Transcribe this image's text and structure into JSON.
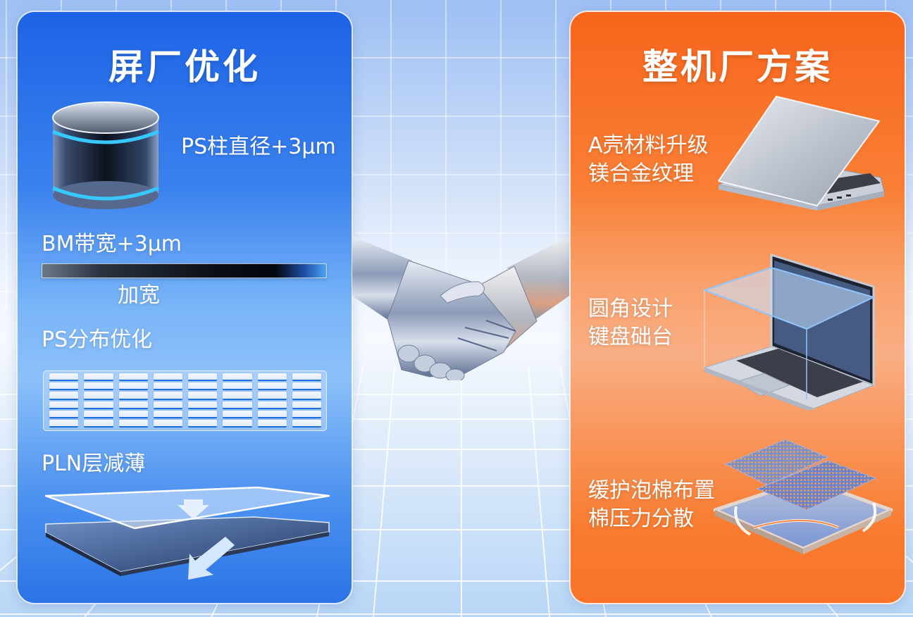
{
  "left_panel": {
    "title": "屏厂优化",
    "accent_color": "#1d63e6",
    "items": [
      {
        "label": "PS柱直径+3μm",
        "icon": "cylinder-pillar-icon"
      },
      {
        "label": "BM带宽+3μm",
        "sublabel": "加宽",
        "icon": "black-matrix-bar-icon"
      },
      {
        "label": "PS分布优化",
        "icon": "ps-grid-array-icon",
        "grid": {
          "rows": 6,
          "columns": 8
        }
      },
      {
        "label": "PLN层减薄",
        "icon": "thinning-layers-icon"
      }
    ]
  },
  "center": {
    "icon": "handshake-icon"
  },
  "right_panel": {
    "title": "整机厂方案",
    "accent_color": "#f8651c",
    "items": [
      {
        "lines": [
          "A壳材料升级",
          "镁合金纹理"
        ],
        "icon": "laptop-closed-icon"
      },
      {
        "lines": [
          "圆角设计",
          "键盘础台"
        ],
        "icon": "laptop-keyboard-overlay-icon"
      },
      {
        "lines": [
          "缓护泡棉布置",
          "棉压力分散"
        ],
        "icon": "foam-pads-tray-icon"
      }
    ]
  }
}
